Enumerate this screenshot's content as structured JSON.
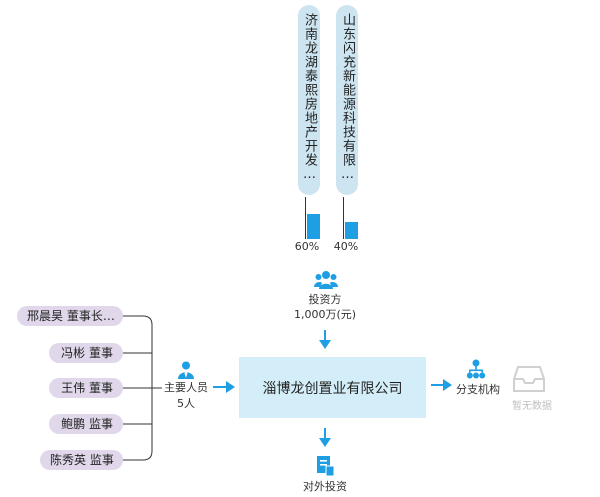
{
  "shareholders": [
    {
      "name": "济南龙湖泰熙房地产开发有限…",
      "percent_label": "60%",
      "percent": 60
    },
    {
      "name": "山东闪充新能源科技有限公司",
      "percent_label": "40%",
      "percent": 40
    }
  ],
  "investor_node": {
    "label": "投资方",
    "amount": "1,000万(元)",
    "icon": "people-group-icon"
  },
  "company": {
    "name": "淄博龙创置业有限公司"
  },
  "personnel": {
    "label": "主要人员",
    "count": "5人",
    "icon": "person-icon",
    "members": [
      {
        "text": "邢晨昊  董事长…"
      },
      {
        "text": "冯彬  董事"
      },
      {
        "text": "王伟  董事"
      },
      {
        "text": "鲍鹏  监事"
      },
      {
        "text": "陈秀英  监事"
      }
    ]
  },
  "branches": {
    "label": "分支机构",
    "empty_text": "暂无数据",
    "icon": "org-chart-icon"
  },
  "outward_investment": {
    "label": "对外投资",
    "icon": "document-icon"
  },
  "colors": {
    "accent": "#1e9ee3",
    "shareholder_pill": "#cde5f1",
    "person_pill": "#e0d8ea",
    "company_box": "#d4eef9"
  }
}
